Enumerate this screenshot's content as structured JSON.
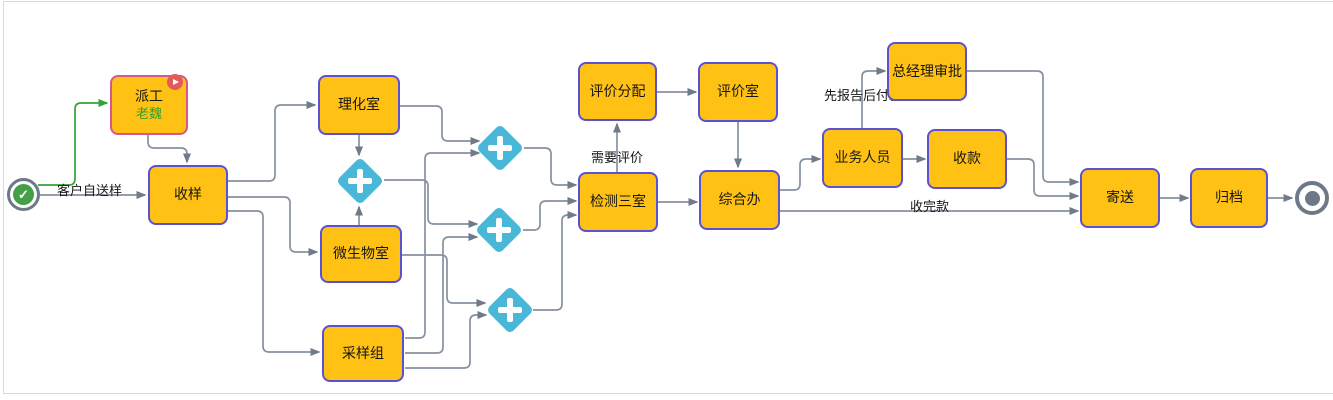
{
  "diagram": {
    "type": "workflow-flowchart",
    "nodes": {
      "start": {
        "name": "开始",
        "icon": "check-icon"
      },
      "paigong": {
        "label": "派工",
        "assignee": "老魏",
        "badge_icon": "play-icon",
        "state": "active"
      },
      "shouyang": {
        "label": "收样"
      },
      "lihuashi": {
        "label": "理化室"
      },
      "weishengwushi": {
        "label": "微生物室"
      },
      "caiyangzu": {
        "label": "采样组"
      },
      "gateway1": {
        "kind": "parallel-gateway",
        "symbol_icon": "plus-icon"
      },
      "gateway2": {
        "kind": "parallel-gateway",
        "symbol_icon": "plus-icon"
      },
      "gateway3": {
        "kind": "parallel-gateway",
        "symbol_icon": "plus-icon"
      },
      "gateway4": {
        "kind": "parallel-gateway",
        "symbol_icon": "plus-icon"
      },
      "jiancesanshi": {
        "label": "检测三室"
      },
      "pingjiafenpei": {
        "label": "评价分配"
      },
      "pingjiashi": {
        "label": "评价室"
      },
      "zongheban": {
        "label": "综合办"
      },
      "yewurenyuan": {
        "label": "业务人员"
      },
      "shoukuan": {
        "label": "收款"
      },
      "zongjinglishenpi": {
        "label": "总经理审批"
      },
      "jisong": {
        "label": "寄送"
      },
      "guidang": {
        "label": "归档"
      },
      "end": {
        "name": "结束",
        "icon": "filled-circle-icon"
      }
    },
    "edge_labels": {
      "customer_self_delivery": "客户自送样",
      "need_evaluation": "需要评价",
      "report_before_payment": "先报告后付款",
      "payment_collected": "收完款"
    },
    "flows": [
      {
        "from": "开始",
        "to": "派工"
      },
      {
        "from": "开始",
        "to": "收样",
        "label": "客户自送样"
      },
      {
        "from": "派工",
        "to": "收样"
      },
      {
        "from": "收样",
        "to": "理化室"
      },
      {
        "from": "收样",
        "to": "微生物室"
      },
      {
        "from": "收样",
        "to": "采样组"
      },
      {
        "from": "理化室",
        "to": "并行网关1"
      },
      {
        "from": "微生物室",
        "to": "并行网关1"
      },
      {
        "from": "理化室",
        "to": "并行网关2"
      },
      {
        "from": "采样组",
        "to": "并行网关2"
      },
      {
        "from": "并行网关1",
        "to": "并行网关3"
      },
      {
        "from": "采样组",
        "to": "并行网关3"
      },
      {
        "from": "微生物室",
        "to": "并行网关4"
      },
      {
        "from": "采样组",
        "to": "并行网关4"
      },
      {
        "from": "并行网关2",
        "to": "检测三室"
      },
      {
        "from": "并行网关3",
        "to": "检测三室"
      },
      {
        "from": "并行网关4",
        "to": "检测三室"
      },
      {
        "from": "检测三室",
        "to": "评价分配",
        "label": "需要评价"
      },
      {
        "from": "评价分配",
        "to": "评价室"
      },
      {
        "from": "评价室",
        "to": "综合办"
      },
      {
        "from": "检测三室",
        "to": "综合办"
      },
      {
        "from": "综合办",
        "to": "业务人员"
      },
      {
        "from": "业务人员",
        "to": "总经理审批",
        "label": "先报告后付款"
      },
      {
        "from": "业务人员",
        "to": "收款"
      },
      {
        "from": "总经理审批",
        "to": "寄送"
      },
      {
        "from": "收款",
        "to": "寄送"
      },
      {
        "from": "综合办",
        "to": "寄送",
        "label": "收完款"
      },
      {
        "from": "寄送",
        "to": "归档"
      },
      {
        "from": "归档",
        "to": "结束"
      }
    ],
    "colors": {
      "task_fill": "#FFC113",
      "task_border": "#5A52D5",
      "active_task_border": "#D4578E",
      "gateway_fill": "#49B8D8",
      "connector": "#8791A1",
      "highlight_connector": "#35A23C",
      "event_ring": "#6E7987",
      "start_event_fill": "#43A047",
      "badge_fill": "#E25A5A",
      "assignee_text": "#2FA12F"
    }
  }
}
